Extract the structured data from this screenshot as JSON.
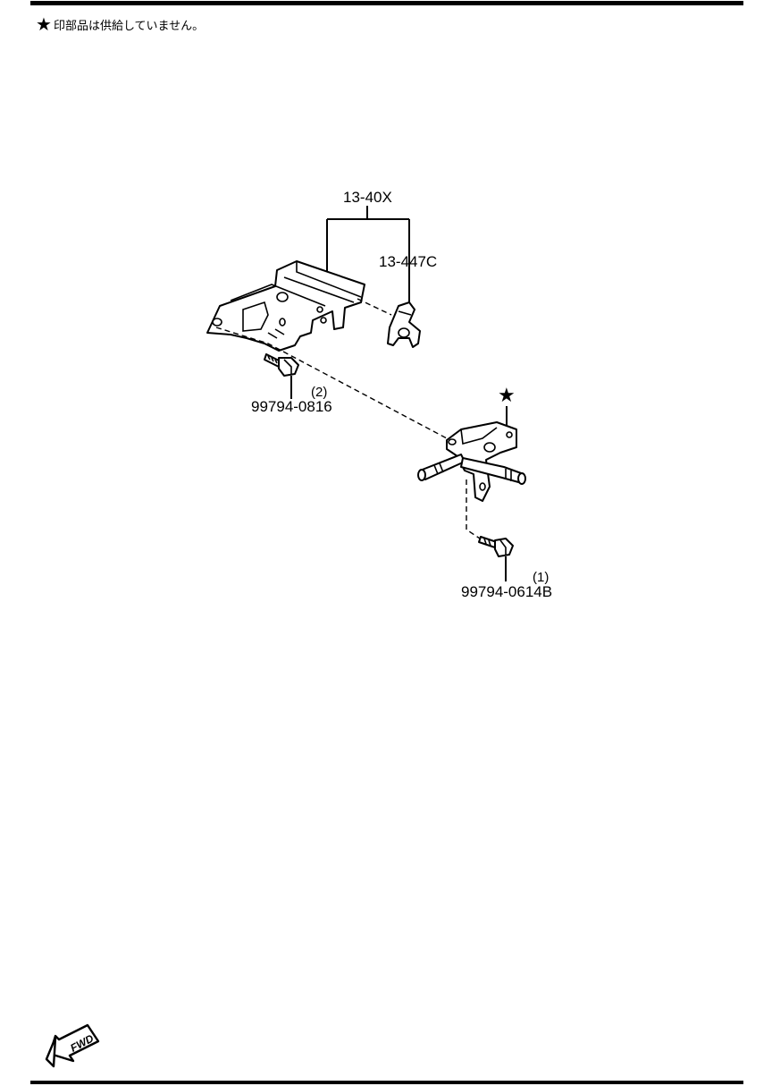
{
  "note": {
    "star_symbol": "★",
    "text": "印部品は供給していません。"
  },
  "callouts": {
    "assembly": "13-40X",
    "bracket_part": "13-447C",
    "bolt_upper_number": "99794-0816",
    "bolt_upper_qty": "(2)",
    "bolt_lower_number": "99794-0614B",
    "bolt_lower_qty": "(1)",
    "star_mark": "★"
  },
  "fwd_label": "FWD",
  "icons": [
    "star-icon",
    "fwd-arrow-icon"
  ]
}
